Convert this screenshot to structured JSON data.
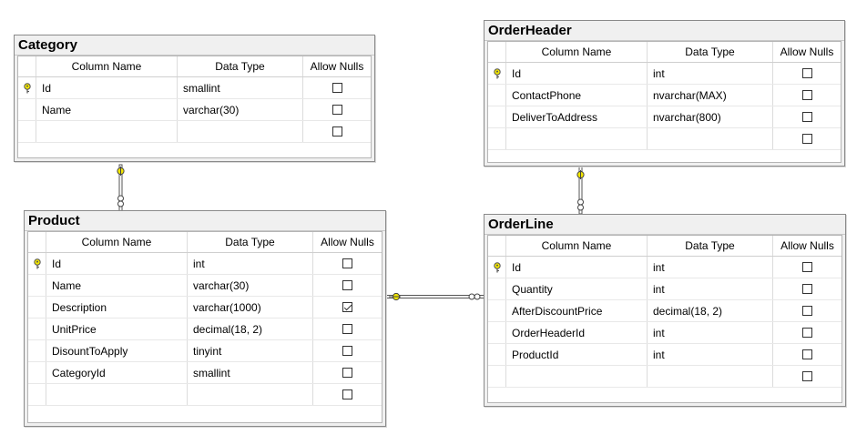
{
  "columns_header": {
    "name": "Column Name",
    "type": "Data Type",
    "nulls": "Allow Nulls"
  },
  "tables": {
    "category": {
      "title": "Category",
      "rows": [
        {
          "name": "Id",
          "type": "smallint",
          "allow_nulls": false,
          "primary_key": true
        },
        {
          "name": "Name",
          "type": "varchar(30)",
          "allow_nulls": false,
          "primary_key": false
        },
        {
          "name": "",
          "type": "",
          "allow_nulls": false,
          "primary_key": false
        }
      ]
    },
    "product": {
      "title": "Product",
      "rows": [
        {
          "name": "Id",
          "type": "int",
          "allow_nulls": false,
          "primary_key": true
        },
        {
          "name": "Name",
          "type": "varchar(30)",
          "allow_nulls": false,
          "primary_key": false
        },
        {
          "name": "Description",
          "type": "varchar(1000)",
          "allow_nulls": true,
          "primary_key": false
        },
        {
          "name": "UnitPrice",
          "type": "decimal(18, 2)",
          "allow_nulls": false,
          "primary_key": false
        },
        {
          "name": "DisountToApply",
          "type": "tinyint",
          "allow_nulls": false,
          "primary_key": false
        },
        {
          "name": "CategoryId",
          "type": "smallint",
          "allow_nulls": false,
          "primary_key": false
        },
        {
          "name": "",
          "type": "",
          "allow_nulls": false,
          "primary_key": false
        }
      ]
    },
    "orderheader": {
      "title": "OrderHeader",
      "rows": [
        {
          "name": "Id",
          "type": "int",
          "allow_nulls": false,
          "primary_key": true
        },
        {
          "name": "ContactPhone",
          "type": "nvarchar(MAX)",
          "allow_nulls": false,
          "primary_key": false
        },
        {
          "name": "DeliverToAddress",
          "type": "nvarchar(800)",
          "allow_nulls": false,
          "primary_key": false
        },
        {
          "name": "",
          "type": "",
          "allow_nulls": false,
          "primary_key": false
        }
      ]
    },
    "orderline": {
      "title": "OrderLine",
      "rows": [
        {
          "name": "Id",
          "type": "int",
          "allow_nulls": false,
          "primary_key": true
        },
        {
          "name": "Quantity",
          "type": "int",
          "allow_nulls": false,
          "primary_key": false
        },
        {
          "name": "AfterDiscountPrice",
          "type": "decimal(18, 2)",
          "allow_nulls": false,
          "primary_key": false
        },
        {
          "name": "OrderHeaderId",
          "type": "int",
          "allow_nulls": false,
          "primary_key": false
        },
        {
          "name": "ProductId",
          "type": "int",
          "allow_nulls": false,
          "primary_key": false
        },
        {
          "name": "",
          "type": "",
          "allow_nulls": false,
          "primary_key": false
        }
      ]
    }
  },
  "relationships": [
    {
      "from": "Category",
      "to": "Product",
      "one_end": "key-icon",
      "many_end": "infinity-icon"
    },
    {
      "from": "OrderHeader",
      "to": "OrderLine",
      "one_end": "key-icon",
      "many_end": "infinity-icon"
    },
    {
      "from": "Product",
      "to": "OrderLine",
      "one_end": "key-icon",
      "many_end": "infinity-icon"
    }
  ],
  "colors": {
    "key": "#f2e600",
    "border": "#8a8a8a",
    "panel": "#f0f0f0"
  }
}
